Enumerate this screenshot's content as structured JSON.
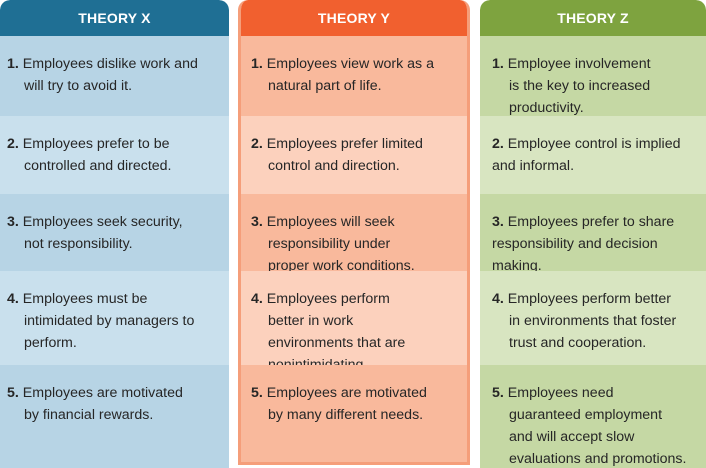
{
  "columns": [
    {
      "title": "THEORY X",
      "items": [
        {
          "num": "1.",
          "lines": [
            "Employees dislike work and",
            "will try to avoid it."
          ]
        },
        {
          "num": "2.",
          "lines": [
            "Employees prefer to be",
            "controlled and directed."
          ]
        },
        {
          "num": "3.",
          "lines": [
            "Employees seek security,",
            "not responsibility."
          ]
        },
        {
          "num": "4.",
          "lines": [
            "Employees must be",
            "intimidated by managers to",
            "perform."
          ]
        },
        {
          "num": "5.",
          "lines": [
            "Employees are motivated",
            "by financial rewards."
          ]
        }
      ]
    },
    {
      "title": "THEORY Y",
      "items": [
        {
          "num": "1.",
          "lines": [
            "Employees view work as a",
            "natural part of life."
          ]
        },
        {
          "num": "2.",
          "lines": [
            "Employees prefer limited",
            "control and direction."
          ]
        },
        {
          "num": "3.",
          "lines": [
            "Employees will seek",
            "responsibility under",
            "proper work conditions."
          ]
        },
        {
          "num": "4.",
          "lines": [
            "Employees perform",
            "better in work",
            "environments that are",
            "nonintimidating."
          ]
        },
        {
          "num": "5.",
          "lines": [
            "Employees are motivated",
            "by many different needs."
          ]
        }
      ]
    },
    {
      "title": "THEORY Z",
      "items": [
        {
          "num": "1.",
          "lines": [
            "Employee involvement",
            "is the key to increased",
            "productivity."
          ]
        },
        {
          "num": "2.",
          "lines": [
            "Employee control is implied",
            "and informal."
          ]
        },
        {
          "num": "3.",
          "lines": [
            "Employees prefer to share",
            "responsibility and decision",
            "making."
          ]
        },
        {
          "num": "4.",
          "lines": [
            "Employees perform better",
            "in environments that foster",
            "trust and cooperation."
          ]
        },
        {
          "num": "5.",
          "lines": [
            "Employees need",
            "guaranteed employment",
            "and will accept slow",
            "evaluations and promotions."
          ]
        }
      ]
    }
  ],
  "colors": {
    "theory_x_header": "#1f6f94",
    "theory_y_header": "#f1602f",
    "theory_z_header": "#7ea33f"
  }
}
